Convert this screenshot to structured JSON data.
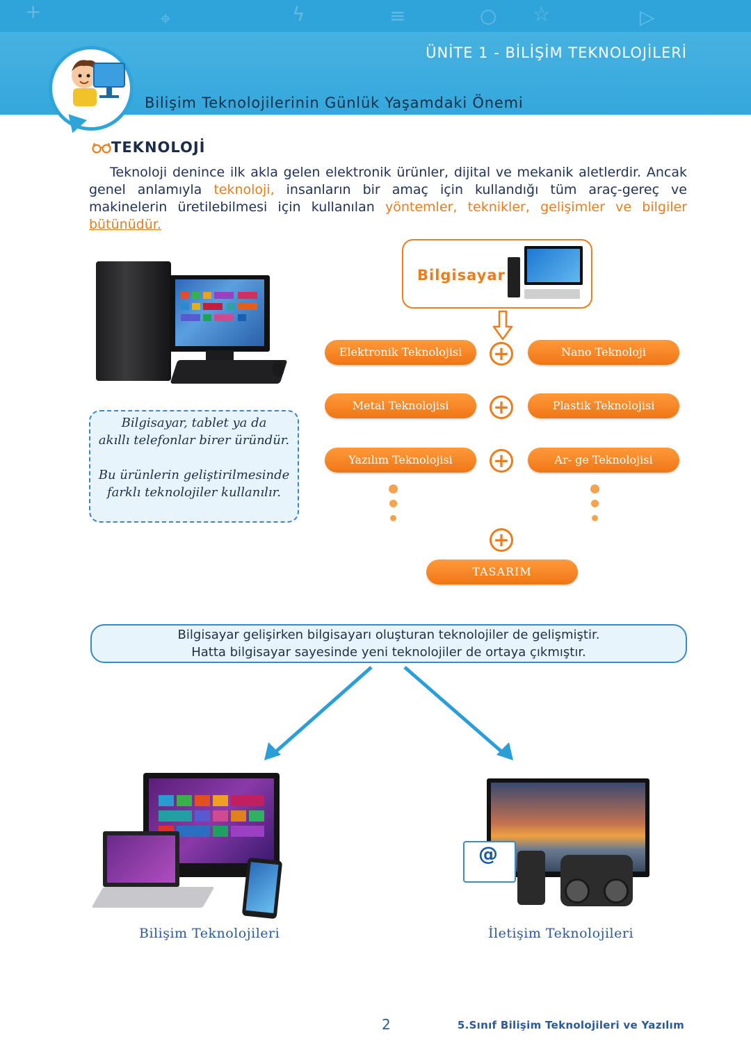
{
  "header": {
    "unit_title": "ÜNİTE 1 - BİLİŞİM TEKNOLOJİLERİ",
    "section_subtitle": "Bilişim Teknolojilerinin Günlük Yaşamdaki Önemi"
  },
  "heading": {
    "icon": "glasses-icon",
    "text": "TEKNOLOJİ"
  },
  "intro": {
    "part1": "Teknoloji denince ilk akla gelen elektronik ürünler, dijital ve mekanik aletlerdir. Ancak genel anlamıyla ",
    "highlight1": "teknoloji,",
    "part2": " insanların bir amaç için kullandığı tüm araç-gereç ve makinelerin üretilebilmesi için  kullanılan ",
    "highlight2": "yöntemler, teknikler, gelişimler ve bilgiler ",
    "highlight3": "bütünüdür."
  },
  "note": {
    "line1": "Bilgisayar, tablet  ya da",
    "line2": "akıllı telefonlar birer üründür.",
    "line3": "Bu ürünlerin geliştirilmesinde",
    "line4": "farklı teknolojiler kullanılır."
  },
  "diagram": {
    "top_box": "Bilgisayar",
    "left_pills": [
      "Elektronik Teknolojisi",
      "Metal Teknolojisi",
      "Yazılım Teknolojisi"
    ],
    "right_pills": [
      "Nano Teknoloji",
      "Plastik Teknolojisi",
      "Ar- ge Teknolojisi"
    ],
    "bottom_pill": "TASARIM"
  },
  "statement": {
    "line1": "Bilgisayar gelişirken bilgisayarı oluşturan teknolojiler de gelişmiştir.",
    "line2": "Hatta bilgisayar sayesinde yeni teknolojiler de ortaya çıkmıştır."
  },
  "bottom": {
    "left_label": "Bilişim  Teknolojileri",
    "right_label": "İletişim  Teknolojileri"
  },
  "footer": {
    "page_number": "2",
    "title": "5.Sınıf Bilişim Teknolojileri ve Yazılım"
  },
  "colors": {
    "header_blue": "#35a7dc",
    "accent_orange": "#f07b1a",
    "text_navy": "#1f2f4a",
    "box_blue": "#3a87c8"
  }
}
